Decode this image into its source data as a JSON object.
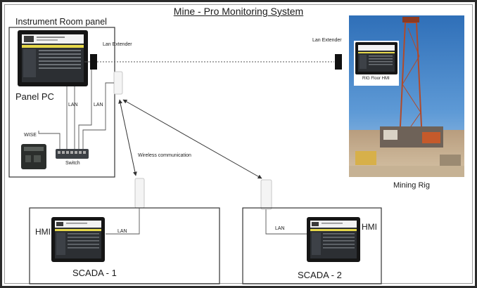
{
  "diagram": {
    "title": "Mine - Pro Monitoring System",
    "instrument_room": {
      "heading": "Instrument Room panel",
      "panel_pc_label": "Panel PC",
      "lan_extender_label": "Lan Extender",
      "lan_label_1": "LAN",
      "lan_label_2": "LAN",
      "wise_label": "WISE",
      "switch_label": "Switch"
    },
    "wireless_label": "Wireless communication",
    "rig": {
      "lan_extender_label": "Lan Extender",
      "hmi_caption": "RIG Floor HMI",
      "label": "Mining Rig"
    },
    "scada1": {
      "hmi_label": "HMI",
      "lan_label": "LAN",
      "label": "SCADA - 1"
    },
    "scada2": {
      "hmi_label": "HMI",
      "lan_label": "LAN",
      "label": "SCADA - 2"
    },
    "colors": {
      "sky": "#3f7fc4",
      "ground": "#c8b49a",
      "hmi_screen": "#2c2f33",
      "hmi_bezel": "#121212",
      "hmi_header_yellow": "#e6d84a"
    }
  }
}
